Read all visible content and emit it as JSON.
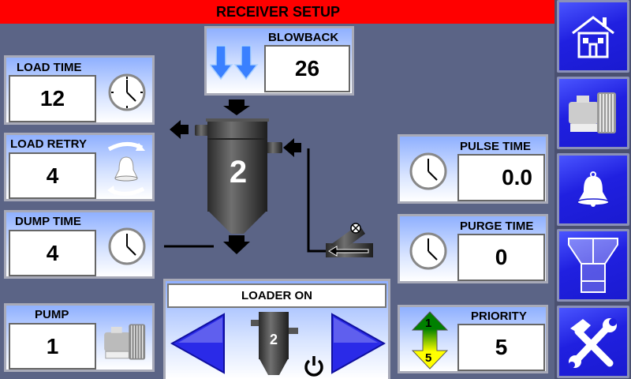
{
  "header": {
    "title": "RECEIVER SETUP"
  },
  "fields": {
    "load_time": {
      "label": "LOAD TIME",
      "value": "12"
    },
    "load_retry": {
      "label": "LOAD RETRY",
      "value": "4"
    },
    "dump_time": {
      "label": "DUMP TIME",
      "value": "4"
    },
    "pump": {
      "label": "PUMP",
      "value": "1"
    },
    "blowback": {
      "label": "BLOWBACK",
      "value": "26"
    },
    "pulse_time": {
      "label": "PULSE TIME",
      "value": "0.0"
    },
    "purge_time": {
      "label": "PURGE TIME",
      "value": "0"
    },
    "priority": {
      "label": "PRIORITY",
      "value": "5",
      "arrow_top": "1",
      "arrow_bottom": "5"
    }
  },
  "diagram": {
    "receiver_number": "2"
  },
  "loader": {
    "status": "LOADER ON",
    "receiver_number": "2"
  },
  "sidebar": {
    "items": [
      "home-icon",
      "blower-icon",
      "alarm-bell-icon",
      "hopper-icon",
      "tools-icon"
    ]
  },
  "colors": {
    "title_bar": "#ff0000",
    "nav_blue": "#2020e0",
    "background": "#5b6486"
  }
}
